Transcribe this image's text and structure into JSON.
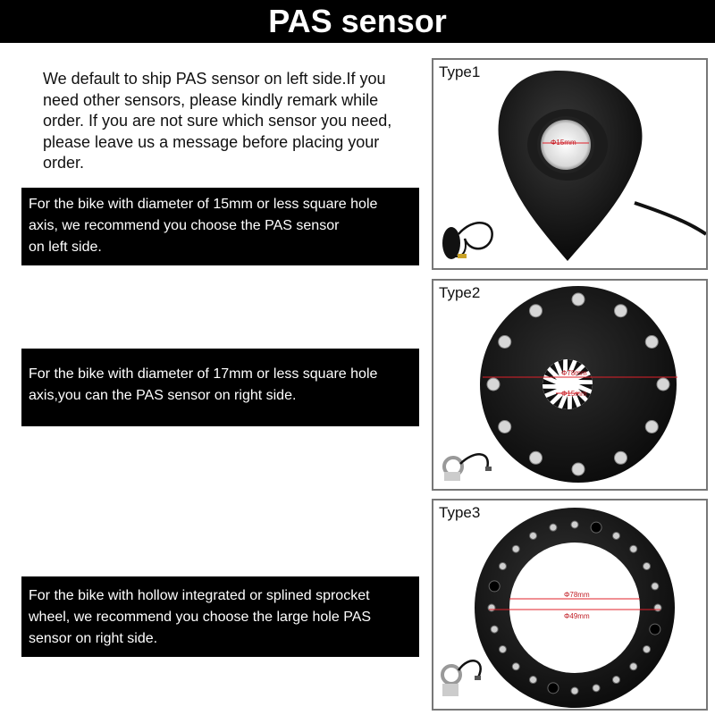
{
  "header": {
    "title": "PAS sensor"
  },
  "intro": {
    "lines": [
      "We default to ship PAS sensor on left side.If you",
      "need other sensors, please kindly remark while",
      "order. If you are not sure which sensor you need,",
      "please leave us a message before placing your",
      "order."
    ]
  },
  "callouts": [
    {
      "lines": [
        "For the bike with diameter of 15mm or less square hole",
        "axis, we recommend you choose the PAS sensor",
        "on left side."
      ]
    },
    {
      "lines": [
        "For the bike with diameter of 17mm or less square hole",
        "axis,you can the PAS sensor on right side."
      ]
    },
    {
      "lines": [
        "For the bike with hollow integrated or splined sprocket",
        "wheel, we recommend you choose the large hole PAS",
        "sensor on right side."
      ]
    }
  ],
  "panels": [
    {
      "label": "Type1",
      "dims": [
        "Φ15mm"
      ]
    },
    {
      "label": "Type2",
      "dims": [
        "Φ78mm",
        "Φ15mm"
      ]
    },
    {
      "label": "Type3",
      "dims": [
        "Φ78mm",
        "Φ49mm"
      ]
    }
  ],
  "colors": {
    "bar": "#000000",
    "dimension_line": "#e0202a",
    "panel_border": "#777777"
  }
}
